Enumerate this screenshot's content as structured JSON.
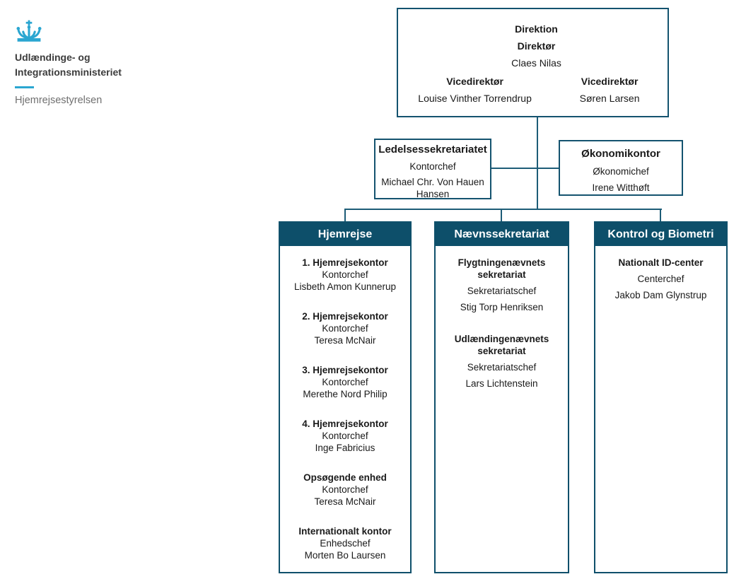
{
  "brand": {
    "crown_icon": "crown-icon",
    "ministry_line1": "Udlændinge- og",
    "ministry_line2": "Integrationsministeriet",
    "agency": "Hjemrejsestyrelsen"
  },
  "colors": {
    "logo_accent": "#2ba6d1",
    "box_border_teal": "#14536f",
    "column_header_teal": "#0d4f6a",
    "connector_teal": "#1d5c77",
    "agency_text_gray": "#6f6f6f"
  },
  "direktion": {
    "title": "Direktion",
    "director_role": "Direktør",
    "director_name": "Claes Nilas",
    "deputy_left_role": "Vicedirektør",
    "deputy_left_name": "Louise Vinther Torrendrup",
    "deputy_right_role": "Vicedirektør",
    "deputy_right_name": "Søren Larsen"
  },
  "staff_boxes": [
    {
      "title": "Ledelsessekretariatet",
      "role": "Kontorchef",
      "name": "Michael Chr. Von Hauen Hansen"
    },
    {
      "title": "Økonomikontor",
      "role": "Økonomichef",
      "name": "Irene Witthøft"
    }
  ],
  "columns": [
    {
      "header": "Hjemrejse",
      "units": [
        {
          "title": "1. Hjemrejsekontor",
          "role": "Kontorchef",
          "name": "Lisbeth Amon Kunnerup"
        },
        {
          "title": "2. Hjemrejsekontor",
          "role": "Kontorchef",
          "name": "Teresa McNair"
        },
        {
          "title": "3. Hjemrejsekontor",
          "role": "Kontorchef",
          "name": "Merethe Nord Philip"
        },
        {
          "title": "4. Hjemrejsekontor",
          "role": "Kontorchef",
          "name": "Inge Fabricius"
        },
        {
          "title": "Opsøgende enhed",
          "role": "Kontorchef",
          "name": "Teresa McNair"
        },
        {
          "title": "Internationalt kontor",
          "role": "Enhedschef",
          "name": "Morten Bo Laursen"
        }
      ]
    },
    {
      "header": "Nævnssekretariat",
      "units": [
        {
          "title": "Flygtningenævnets sekretariat",
          "role": "Sekretariatschef",
          "name": "Stig Torp Henriksen"
        },
        {
          "title": "Udlændingenævnets sekretariat",
          "role": "Sekretariatschef",
          "name": "Lars Lichtenstein"
        }
      ]
    },
    {
      "header": "Kontrol og Biometri",
      "units": [
        {
          "title": "Nationalt ID-center",
          "role": "Centerchef",
          "name": "Jakob Dam Glynstrup"
        }
      ]
    }
  ]
}
